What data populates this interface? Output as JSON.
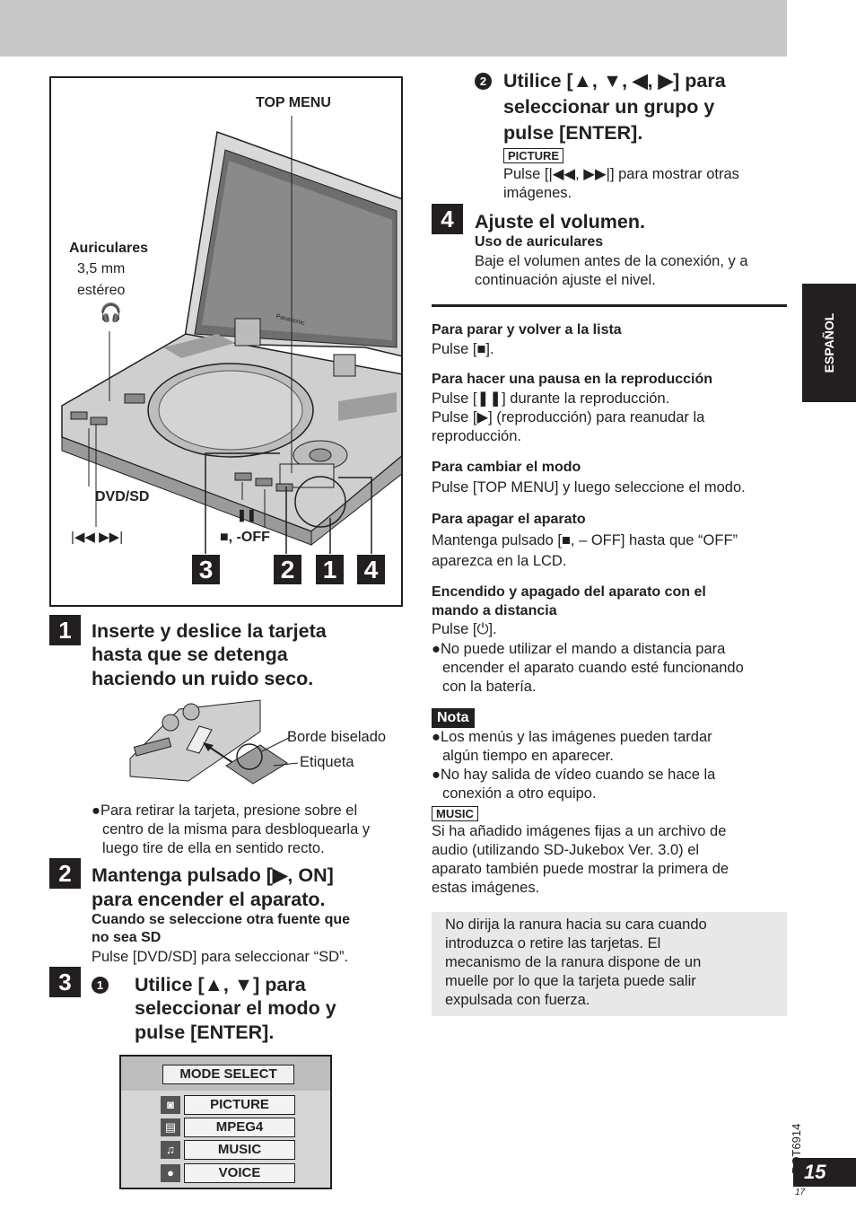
{
  "sidebar": {
    "language_tab": "ESPAÑOL",
    "doc_code": "RQT6914",
    "page_number": "15",
    "page_small": "17"
  },
  "figure": {
    "labels": {
      "top_menu": "TOP MENU",
      "auriculares": "Auriculares",
      "size": "3,5 mm",
      "estereo": "estéreo",
      "dvd_sd": "DVD/SD",
      "skip": "|◀◀ ▶▶|",
      "pause": "❚❚",
      "stop_off": "■, -OFF",
      "brand": "Panasonic"
    },
    "callouts": [
      "3",
      "2",
      "1",
      "4"
    ]
  },
  "step1": {
    "num": "1",
    "heading_l1": "Inserte y deslice la tarjeta",
    "heading_l2": "hasta que se detenga",
    "heading_l3": "haciendo un ruido seco.",
    "card_label_edge": "Borde biselado",
    "card_label_tag": "Etiqueta",
    "bullet_l1": "●Para retirar la tarjeta, presione sobre el",
    "bullet_l2": "centro de la misma para desbloquearla y",
    "bullet_l3": "luego tire de ella en sentido recto."
  },
  "step2": {
    "num": "2",
    "heading_l1": "Mantenga pulsado [▶, ON]",
    "heading_l2": "para encender el aparato.",
    "sub_l1": "Cuando se seleccione otra fuente que",
    "sub_l2": "no sea SD",
    "text": "Pulse [DVD/SD] para seleccionar “SD”."
  },
  "step3": {
    "num": "3",
    "circle": "1",
    "heading_l1": "Utilice [▲, ▼] para",
    "heading_l2": "seleccionar el modo y",
    "heading_l3": "pulse [ENTER]."
  },
  "mode_select": {
    "title": "MODE SELECT",
    "items": [
      {
        "icon": "camera-icon",
        "glyph": "◙",
        "label": "PICTURE"
      },
      {
        "icon": "film-icon",
        "glyph": "▤",
        "label": "MPEG4"
      },
      {
        "icon": "music-note-icon",
        "glyph": "♫",
        "label": "MUSIC"
      },
      {
        "icon": "microphone-icon",
        "glyph": "●",
        "label": "VOICE"
      }
    ]
  },
  "step3b": {
    "circle": "2",
    "heading_l1": "Utilice [▲, ▼, ◀, ▶] para",
    "heading_l2": "seleccionar un grupo y",
    "heading_l3": "pulse [ENTER].",
    "tag": "PICTURE",
    "text_l1": "Pulse [|◀◀, ▶▶|] para mostrar otras",
    "text_l2": "imágenes."
  },
  "step4": {
    "num": "4",
    "heading": "Ajuste el volumen.",
    "sub": "Uso de auriculares",
    "text_l1": "Baje el volumen antes de la conexión, y a",
    "text_l2": "continuación ajuste el nivel."
  },
  "tips": [
    {
      "title": "Para parar y volver a la lista",
      "lines": [
        "Pulse [■]."
      ]
    },
    {
      "title": "Para hacer una pausa en la reproducción",
      "lines": [
        "Pulse [❚❚] durante la reproducción.",
        "Pulse [▶] (reproducción) para reanudar la",
        "reproducción."
      ]
    },
    {
      "title": "Para cambiar el modo",
      "lines": [
        "Pulse [TOP MENU] y luego seleccione el modo."
      ]
    },
    {
      "title": "Para apagar el aparato",
      "lines": [
        "Mantenga pulsado [■, – OFF] hasta que “OFF”",
        "aparezca en la LCD."
      ]
    },
    {
      "title": "Encendido y apagado del aparato con el",
      "title2": "mando a distancia",
      "lines": [
        "Pulse [⏻].",
        "●No puede utilizar el mando a distancia para",
        "encender el aparato cuando esté funcionando",
        "con la batería."
      ]
    }
  ],
  "nota": {
    "label": "Nota",
    "lines": [
      "●Los menús y las imágenes pueden tardar",
      "algún tiempo en aparecer.",
      "●No hay salida de vídeo cuando se hace la",
      "conexión a otro equipo."
    ],
    "music_tag": "MUSIC",
    "music_lines": [
      "Si ha añadido imágenes fijas a un archivo de",
      "audio (utilizando SD-Jukebox Ver. 3.0) el",
      "aparato también puede mostrar la primera de",
      "estas imágenes."
    ]
  },
  "warning": {
    "lines": [
      "No dirija la ranura hacia su cara cuando",
      "introduzca o retire las tarjetas. El",
      "mecanismo de la ranura dispone de un",
      "muelle por lo que la tarjeta puede salir",
      "expulsada con fuerza."
    ]
  }
}
